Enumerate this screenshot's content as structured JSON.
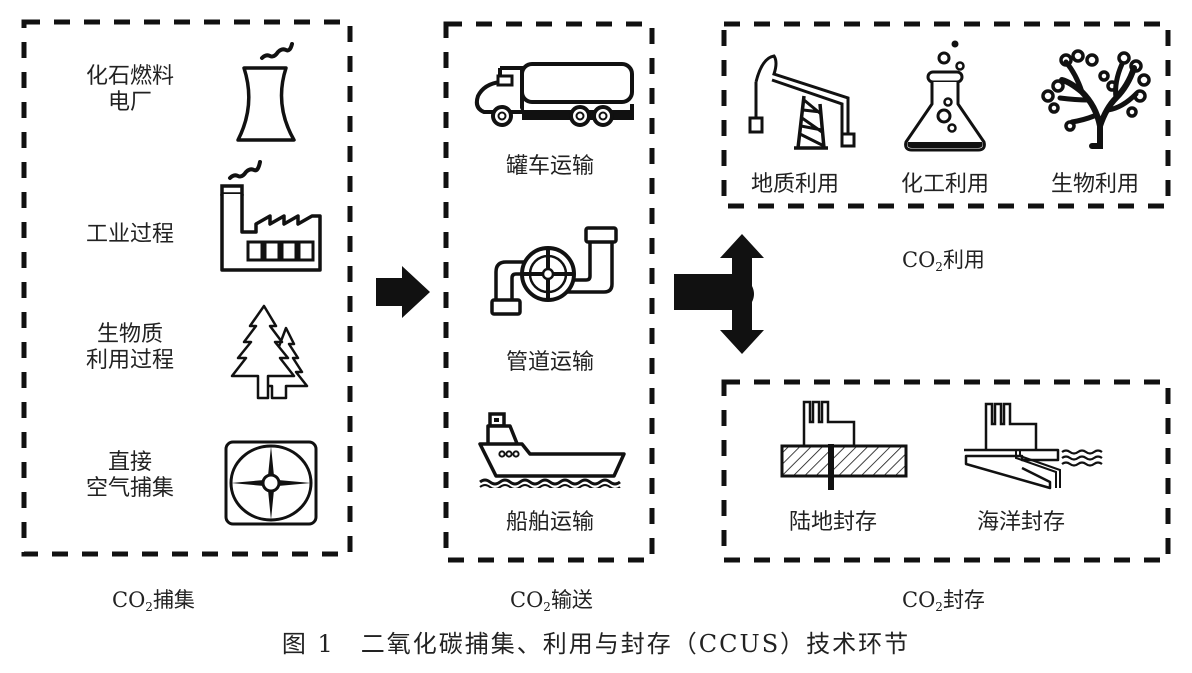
{
  "capture": {
    "title_prefix": "CO",
    "title_sub": "2",
    "title_suffix": "捕集",
    "items": [
      {
        "label_lines": [
          "化石燃料",
          "电厂"
        ],
        "icon": "cooling-tower-icon"
      },
      {
        "label_lines": [
          "工业过程"
        ],
        "icon": "factory-icon"
      },
      {
        "label_lines": [
          "生物质",
          "利用过程"
        ],
        "icon": "trees-icon"
      },
      {
        "label_lines": [
          "直接",
          "空气捕集"
        ],
        "icon": "fan-icon"
      }
    ]
  },
  "transport": {
    "title_prefix": "CO",
    "title_sub": "2",
    "title_suffix": "输送",
    "items": [
      {
        "label": "罐车运输",
        "icon": "tanker-truck-icon"
      },
      {
        "label": "管道运输",
        "icon": "pipeline-valve-icon"
      },
      {
        "label": "船舶运输",
        "icon": "ship-icon"
      }
    ]
  },
  "utilization": {
    "title_prefix": "CO",
    "title_sub": "2",
    "title_suffix": "利用",
    "items": [
      {
        "label": "地质利用",
        "icon": "oil-pump-jack-icon"
      },
      {
        "label": "化工利用",
        "icon": "chemistry-flask-icon"
      },
      {
        "label": "生物利用",
        "icon": "algae-coral-icon"
      }
    ]
  },
  "storage": {
    "title_prefix": "CO",
    "title_sub": "2",
    "title_suffix": "封存",
    "items": [
      {
        "label": "陆地封存",
        "icon": "onshore-storage-icon"
      },
      {
        "label": "海洋封存",
        "icon": "offshore-storage-icon"
      }
    ]
  },
  "flow": {
    "arrow_1": "right-arrow-icon",
    "arrow_2": "split-arrow-icon"
  },
  "caption": "图 1　二氧化碳捕集、利用与封存（CCUS）技术环节"
}
